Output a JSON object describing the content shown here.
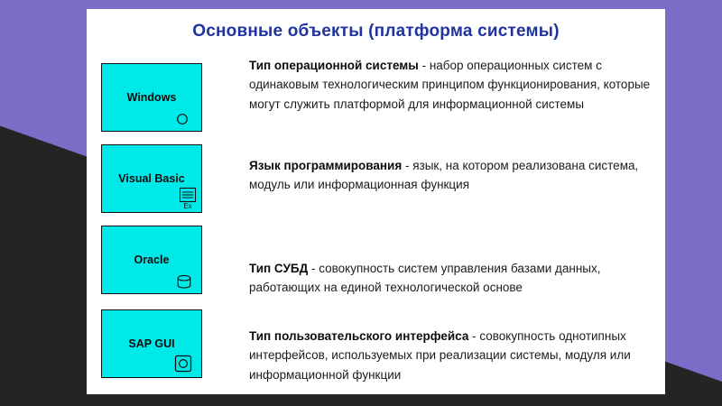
{
  "slide": {
    "title": "Основные объекты (платформа системы)",
    "items": [
      {
        "box_label": "Windows",
        "icon": "circle-icon",
        "term": "Тип операционной системы",
        "description": " - набор операционных систем с одинаковым технологическим принципом функционирования, которые могут служить платформой для информационной системы"
      },
      {
        "box_label": "Visual Basic",
        "icon": "form-icon",
        "icon_label": "Ex",
        "term": "Язык программирования",
        "description": " - язык, на котором реализована система, модуль или информационная функция"
      },
      {
        "box_label": "Oracle",
        "icon": "database-icon",
        "term": "Тип СУБД",
        "description": " - совокупность систем управления базами данных, работающих на единой технологической основе"
      },
      {
        "box_label": "SAP GUI",
        "icon": "window-icon",
        "term": "Тип пользовательского интерфейса",
        "description": " - совокупность однотипных интерфейсов, используемых при реализации системы, модуля или информационной функции"
      }
    ],
    "colors": {
      "box_fill": "#00e9e9",
      "title_color": "#20339e",
      "background_purple": "#7d6cc8",
      "background_dark": "#242424"
    }
  }
}
